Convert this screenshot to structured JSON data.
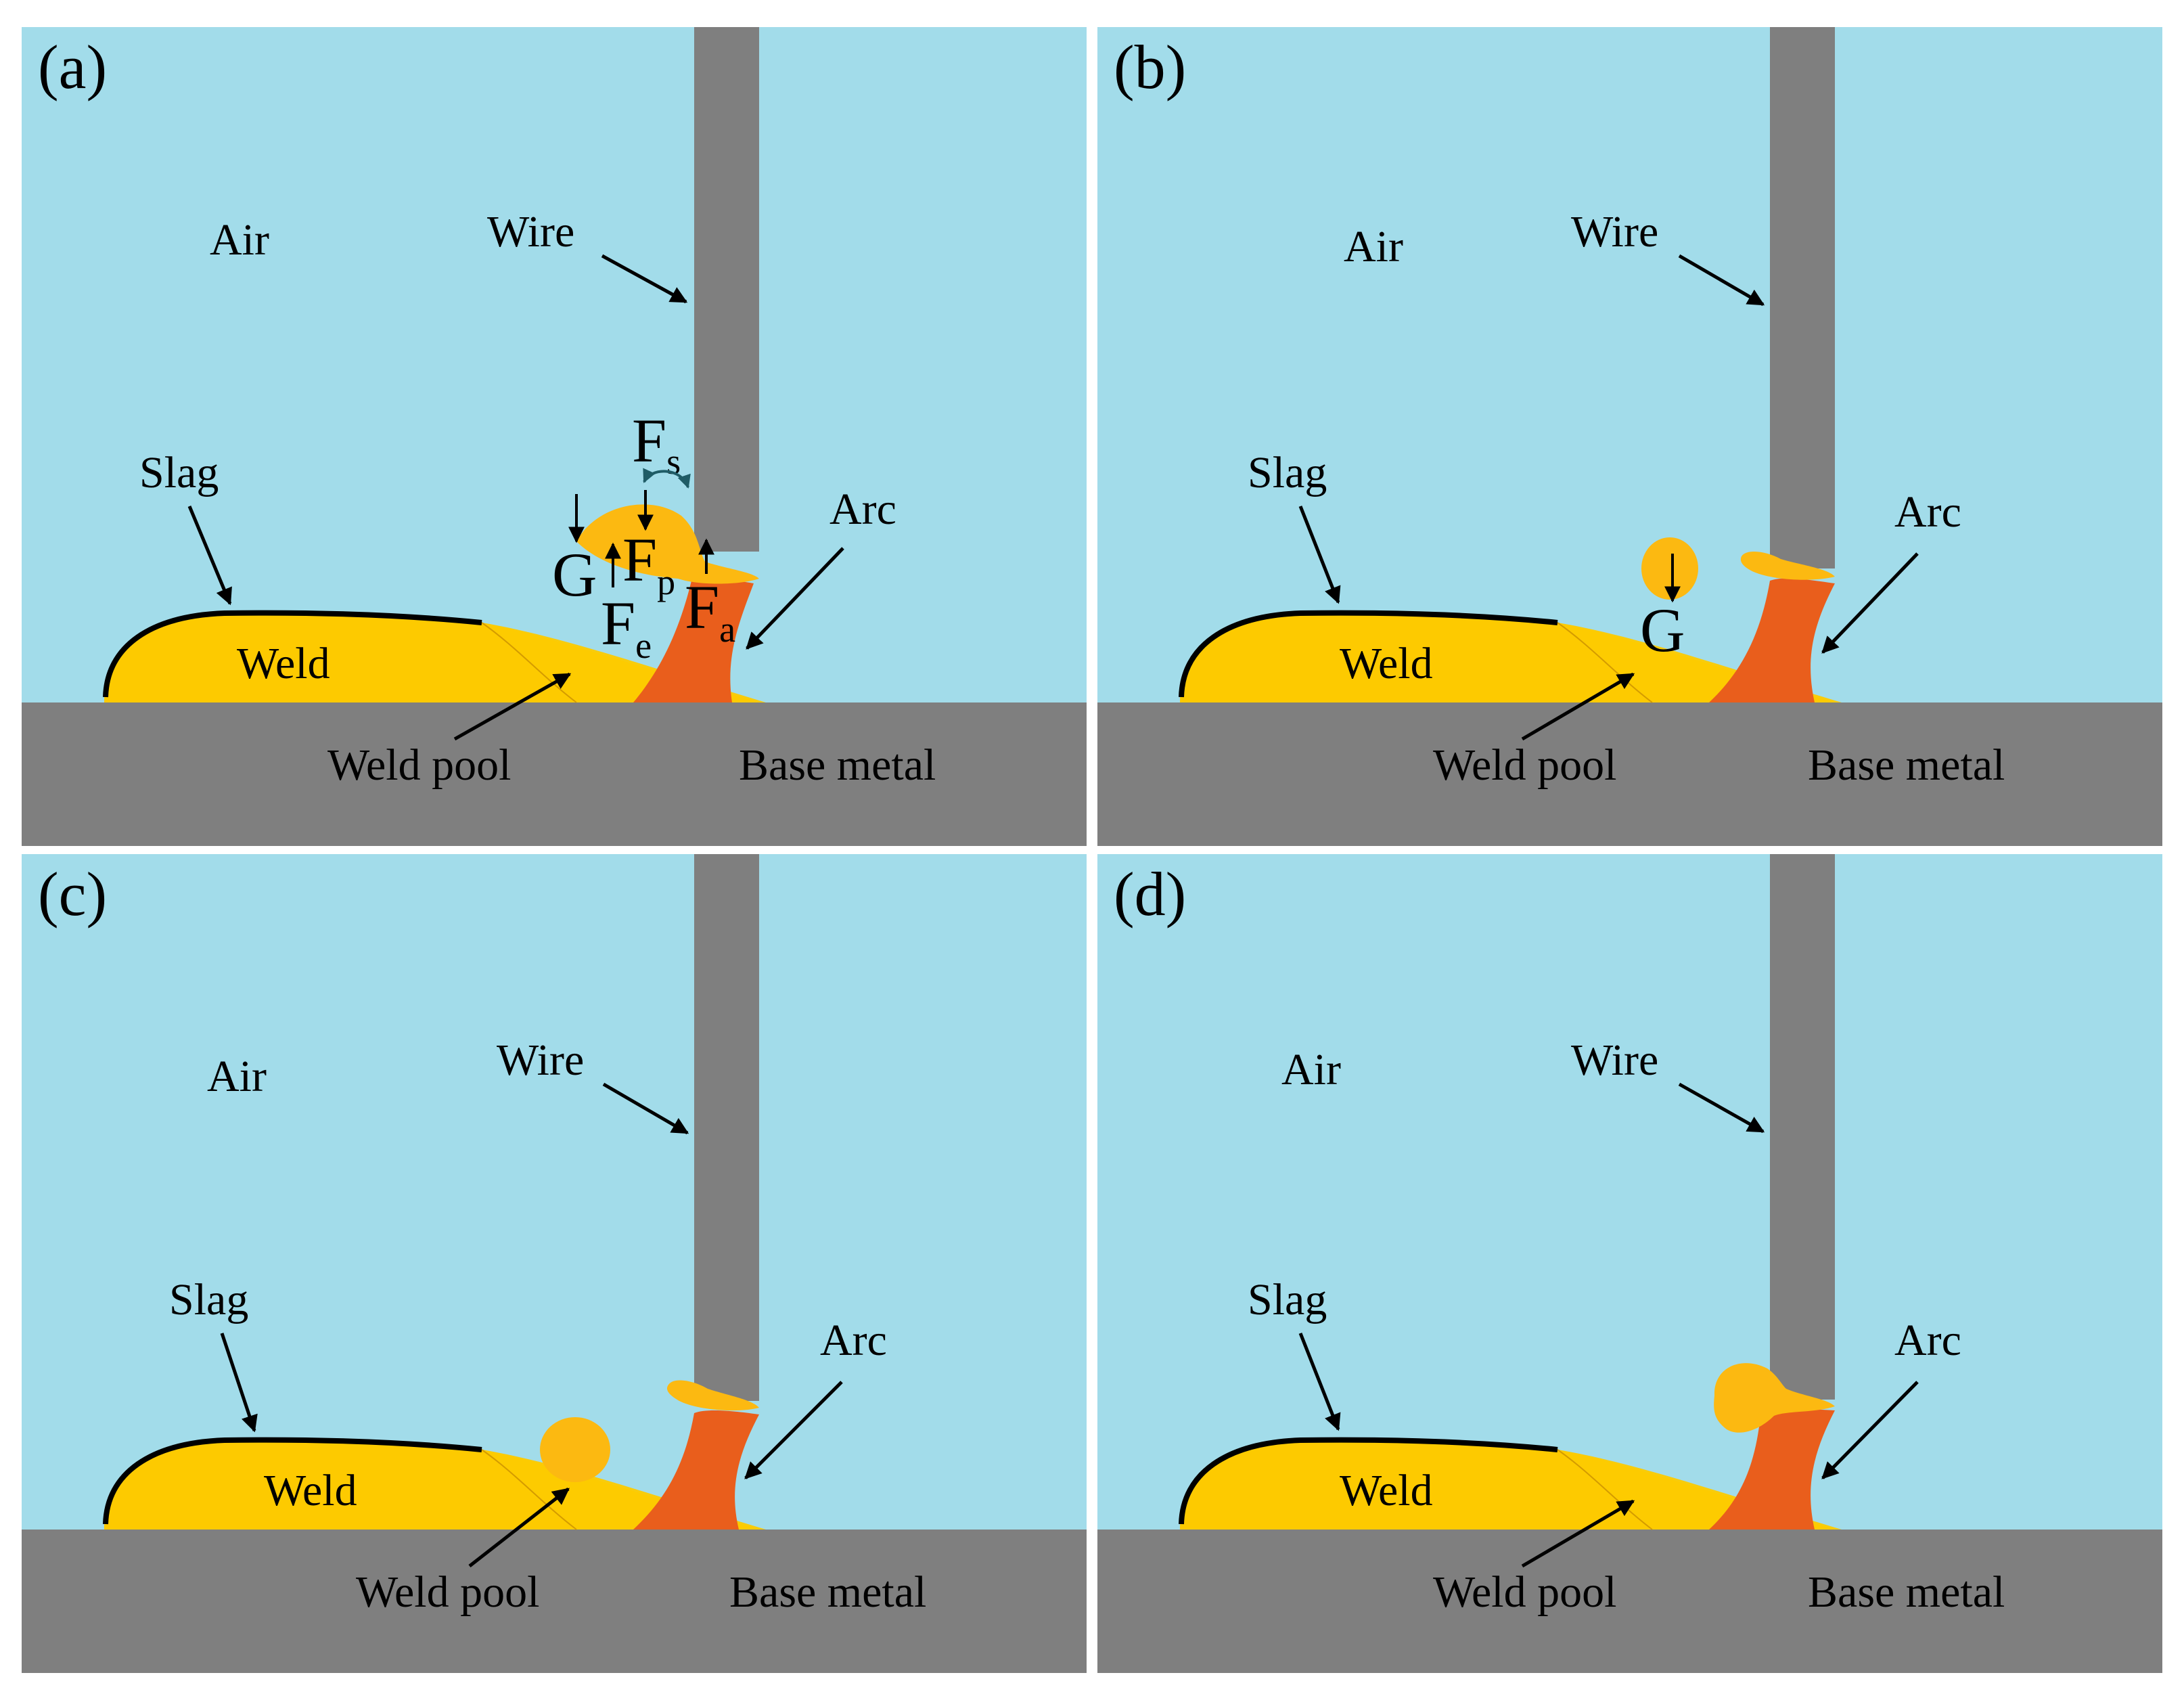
{
  "colors": {
    "air": "#a2dcea",
    "base_metal": "#7f7f7f",
    "wire": "#7f7f7f",
    "weld": "#fdca00",
    "droplet": "#fcb911",
    "arc": "#e95e1c",
    "slag": "#000000"
  },
  "labels": {
    "air": "Air",
    "wire": "Wire",
    "slag": "Slag",
    "arc": "Arc",
    "weld": "Weld",
    "weld_pool": "Weld pool",
    "base_metal": "Base metal"
  },
  "panels": [
    {
      "tag": "(a)",
      "forces": {
        "surface_tension": "F",
        "surface_tension_sub": "s",
        "plasma": "F",
        "plasma_sub": "p",
        "electromagnetic": "F",
        "electromagnetic_sub": "e",
        "arc_force": "F",
        "arc_force_sub": "a",
        "gravity": "G"
      }
    },
    {
      "tag": "(b)",
      "forces": {
        "gravity": "G"
      }
    },
    {
      "tag": "(c)"
    },
    {
      "tag": "(d)"
    }
  ]
}
